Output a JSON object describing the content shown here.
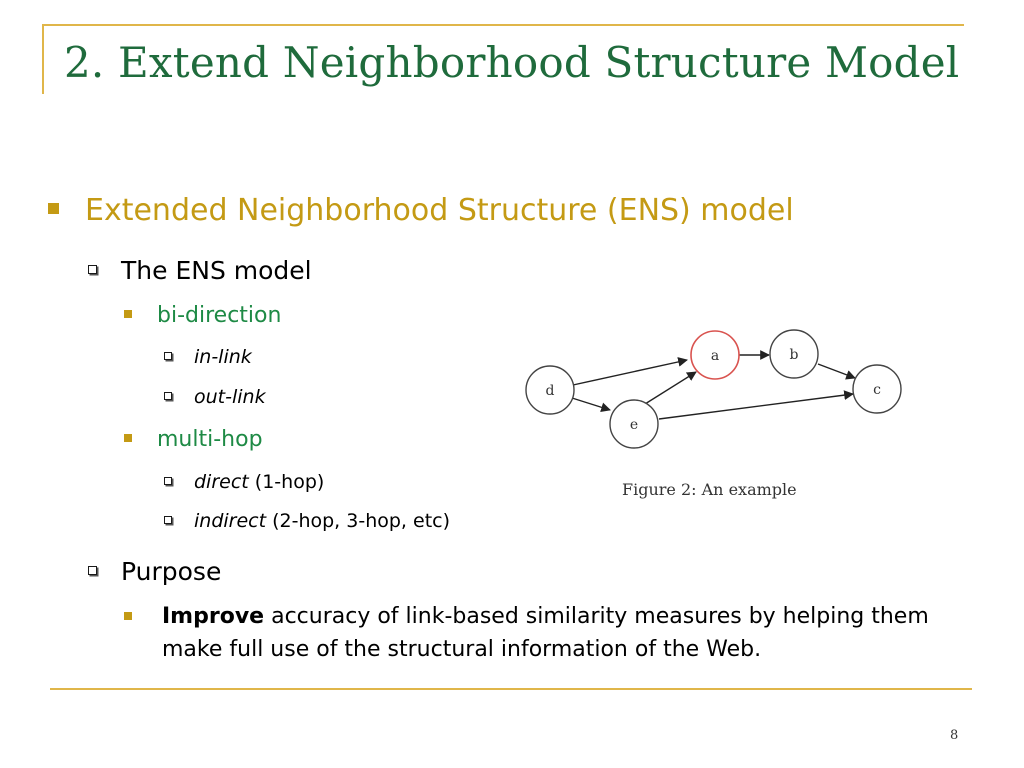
{
  "colors": {
    "accent": "#E0B64A",
    "title": "#1F6B3C",
    "level1": "#C49A14",
    "level3": "#1E8A45",
    "highlight_node": "#D9534F"
  },
  "slide": {
    "title": "2. Extend Neighborhood Structure Model",
    "page_number": "8"
  },
  "bullets": {
    "main": "Extended Neighborhood Structure (ENS) model",
    "ens_model": "The ENS model",
    "bi_direction": "bi-direction",
    "in_link": "in-link",
    "out_link": "out-link",
    "multi_hop": "multi-hop",
    "direct": "direct",
    "direct_suffix": " (1-hop)",
    "indirect": "indirect",
    "indirect_suffix": " (2-hop, 3-hop, etc)",
    "purpose": "Purpose",
    "improve_bold": "Improve",
    "improve_rest": " accuracy of link-based similarity measures by helping them make full use of the structural information of the Web."
  },
  "figure": {
    "caption": "Figure 2:  An example",
    "nodes": {
      "a": "a",
      "b": "b",
      "c": "c",
      "d": "d",
      "e": "e"
    }
  }
}
